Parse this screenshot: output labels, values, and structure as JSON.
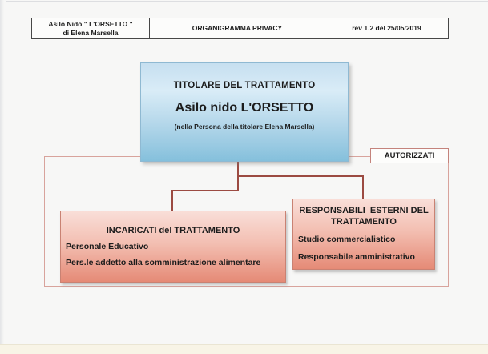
{
  "document": {
    "header": {
      "org_name_line1": "Asilo Nido \" L'ORSETTO \"",
      "org_name_line2": "di Elena Marsella",
      "title": "ORGANIGRAMMA PRIVACY",
      "revision": "rev 1.2 del 25/05/2019"
    },
    "org_chart": {
      "titolare": {
        "role": "TITOLARE DEL TRATTAMENTO",
        "name": "Asilo nido L'ORSETTO",
        "note": "(nella Persona della titolare Elena Marsella)"
      },
      "autorizzati_label": "AUTORIZZATI",
      "incaricati": {
        "title": "INCARICATI del TRATTAMENTO",
        "members": [
          "Personale Educativo",
          "Pers.le addetto alla somministrazione alimentare"
        ]
      },
      "responsabili_esterni": {
        "title_line1": "RESPONSABILI  ESTERNI DEL",
        "title_line2": "TRATTAMENTO",
        "members": [
          "Studio commercialistico",
          "Responsabile amministrativo"
        ]
      }
    },
    "colors": {
      "titolare_box_top": "#d9ecf7",
      "titolare_box_bottom": "#85c0dc",
      "red_box_top": "#f9ded8",
      "red_box_bottom": "#e58a76",
      "connector_line": "#9c4b42",
      "outer_frame_border": "#d8a39c",
      "autorizzati_border": "#c4837c"
    }
  }
}
